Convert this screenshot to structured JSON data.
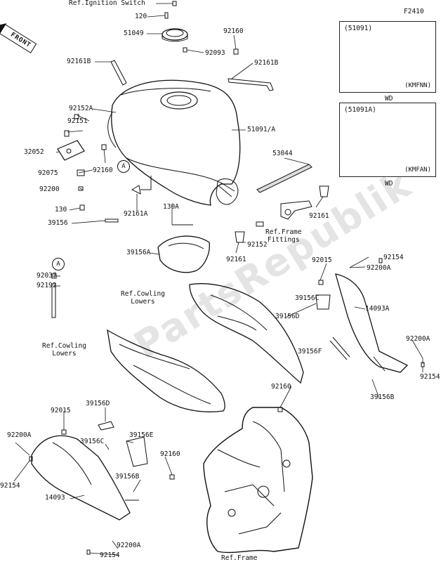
{
  "diagram_code": "F2410",
  "direction_arrow": "FRONT",
  "watermark": "PartsRepublik",
  "labels": {
    "l_ref_ignition": "Ref.Ignition Switch",
    "l_120": "120",
    "l_51049": "51049",
    "l_92160_top": "92160",
    "l_92093": "92093",
    "l_92161b_left": "92161B",
    "l_92161b_right": "92161B",
    "l_92152a": "92152A",
    "l_51091a_main": "51091/A",
    "l_92151": "92151",
    "l_32052": "32052",
    "l_92160_mid": "92160",
    "l_92075": "92075",
    "l_92200": "92200",
    "l_130": "130",
    "l_39156_left": "39156",
    "l_92161a": "92161A",
    "l_53044": "53044",
    "l_130a": "130A",
    "l_92161_right": "92161",
    "l_92152": "92152",
    "l_92161_bottom": "92161",
    "l_39156a": "39156A",
    "l_92037": "92037",
    "l_92192": "92192",
    "l_92015_right": "92015",
    "l_92154_tr": "92154",
    "l_92200a_tr": "92200A",
    "l_39156c_right": "39156C",
    "l_14093a": "14093A",
    "l_39156d_right": "39156D",
    "l_39156f": "39156F",
    "l_92200a_r": "92200A",
    "l_92154_r": "92154",
    "l_92160_low": "92160",
    "l_39156b_right": "39156B",
    "l_92015_left": "92015",
    "l_39156d_left": "39156D",
    "l_92200a_left": "92200A",
    "l_39156c_left": "39156C",
    "l_39156e": "39156E",
    "l_92160_bottom": "92160",
    "l_92154_left": "92154",
    "l_39156b_left": "39156B",
    "l_14093": "14093",
    "l_92200a_bottom": "92200A",
    "l_92154_bottom": "92154"
  },
  "refs": {
    "cowling_lowers_1": "Ref.Cowling\nLowers",
    "cowling_lowers_2": "Ref.Cowling\nLowers",
    "frame_fittings": "Ref.Frame\nFittings",
    "frame": "Ref.Frame"
  },
  "callout_letter": "A",
  "insets": [
    {
      "part_number": "(51091)",
      "model_code": "(KMFNN)",
      "variant": "WD"
    },
    {
      "part_number": "(51091A)",
      "model_code": "(KMFAN)",
      "variant": "WD"
    }
  ]
}
